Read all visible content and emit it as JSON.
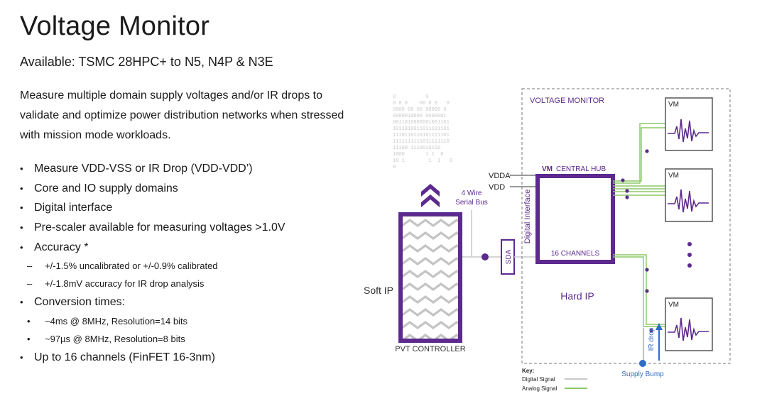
{
  "title": "Voltage Monitor",
  "subtitle": "Available: TSMC 28HPC+ to N5, N4P & N3E",
  "intro": "Measure multiple domain supply voltages and/or IR drops to validate and optimize power distribution networks when stressed with mission mode workloads.",
  "bullets": [
    {
      "level": 1,
      "text": "Measure VDD-VSS or IR Drop (VDD-VDD’)"
    },
    {
      "level": 1,
      "text": "Core and IO supply domains"
    },
    {
      "level": 1,
      "text": "Digital interface"
    },
    {
      "level": 1,
      "text": "Pre-scaler available for measuring voltages >1.0V"
    },
    {
      "level": 1,
      "text": "Accuracy *"
    },
    {
      "level": 2,
      "text": "+/-1.5% uncalibrated or +/-0.9% calibrated"
    },
    {
      "level": 2,
      "text": "+/-1.8mV accuracy for IR drop analysis"
    },
    {
      "level": 1,
      "text": "Conversion times:"
    },
    {
      "level": 3,
      "text": "~4ms @ 8MHz, Resolution=14 bits"
    },
    {
      "level": 3,
      "text": "~97µs @ 8MHz, Resolution=8 bits"
    },
    {
      "level": 1,
      "text": "Up to 16 channels (FinFET 16-3nm)"
    }
  ],
  "diagram": {
    "voltage_monitor_label": "VOLTAGE MONITOR",
    "central_hub_prefix": "VM",
    "central_hub_label": "CENTRAL HUB",
    "channels_label": "16 CHANNELS",
    "hard_ip_label": "Hard IP",
    "soft_ip_label": "Soft IP",
    "pvt_controller_label": "PVT CONTROLLER",
    "serial_bus_line1": "4 Wire",
    "serial_bus_line2": "Serial Bus",
    "sda_label": "SDA",
    "digital_interface_label": "Digital Interface",
    "vdda_label": "VDDA",
    "vdd_label": "VDD",
    "vm_label": "VM",
    "ir_drop_label": "IR drop",
    "supply_bump_label": "Supply Bump",
    "key_title": "Key:",
    "key_digital": "Digital Signal",
    "key_analog": "Analog Signal",
    "binary_rows": [
      "0          0",
      "0 0 0    00 0 0   0",
      "0000 00 00 00000 0",
      "0000010000 0000001",
      "0011010000001001101",
      "1011010011011101101",
      "1110110110101111101",
      "1111111111011111110",
      "11100 1110010110",
      "1000       1 1  0",
      "10 1        1  1   0",
      "0"
    ],
    "colors": {
      "purple": "#5c2a8e",
      "analog": "#8cc965",
      "digital": "#c8c8c8",
      "blue": "#2f6dc4"
    }
  }
}
